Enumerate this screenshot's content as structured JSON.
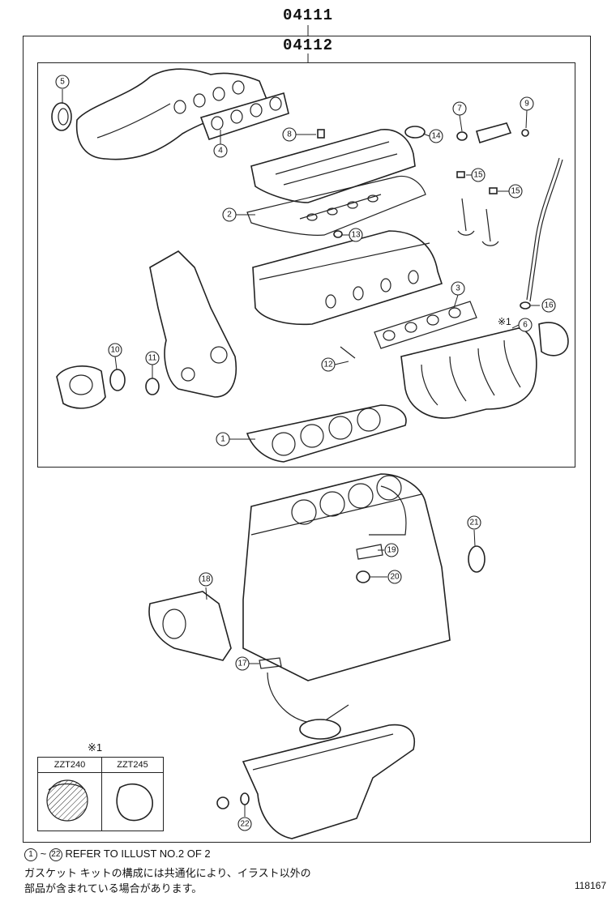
{
  "codes": {
    "top": "04111",
    "sub": "04112"
  },
  "callouts": [
    "1",
    "2",
    "3",
    "4",
    "5",
    "6",
    "7",
    "8",
    "9",
    "10",
    "11",
    "12",
    "13",
    "14",
    "15",
    "15",
    "16",
    "17",
    "18",
    "19",
    "20",
    "21",
    "22"
  ],
  "star_note": "※1",
  "legend": {
    "mark": "※1",
    "col_left": "ZZT240",
    "col_right": "ZZT245"
  },
  "footnotes": {
    "range_start": "1",
    "range_end": "22",
    "line1_text": "REFER TO ILLUST NO.2 OF 2",
    "line2": "ガスケット キットの構成には共通化により、イラスト以外の",
    "line3": "部品が含まれている場合があります。"
  },
  "illustration_number": "118167"
}
